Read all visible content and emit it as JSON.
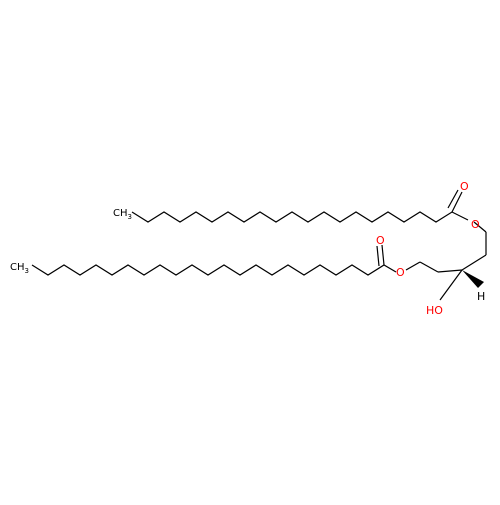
{
  "molecule": {
    "atom_labels": {
      "methyl_top": "CH3",
      "methyl_bottom": "CH3",
      "carbonyl_o_top": "O",
      "carbonyl_o_bottom": "O",
      "ester_o_top": "O",
      "ester_o_bottom": "O",
      "hydroxyl": "HO",
      "stereo_h": "H"
    },
    "colors": {
      "bond": "#000000",
      "oxygen": "#ff0000",
      "carbon": "#000000"
    }
  }
}
